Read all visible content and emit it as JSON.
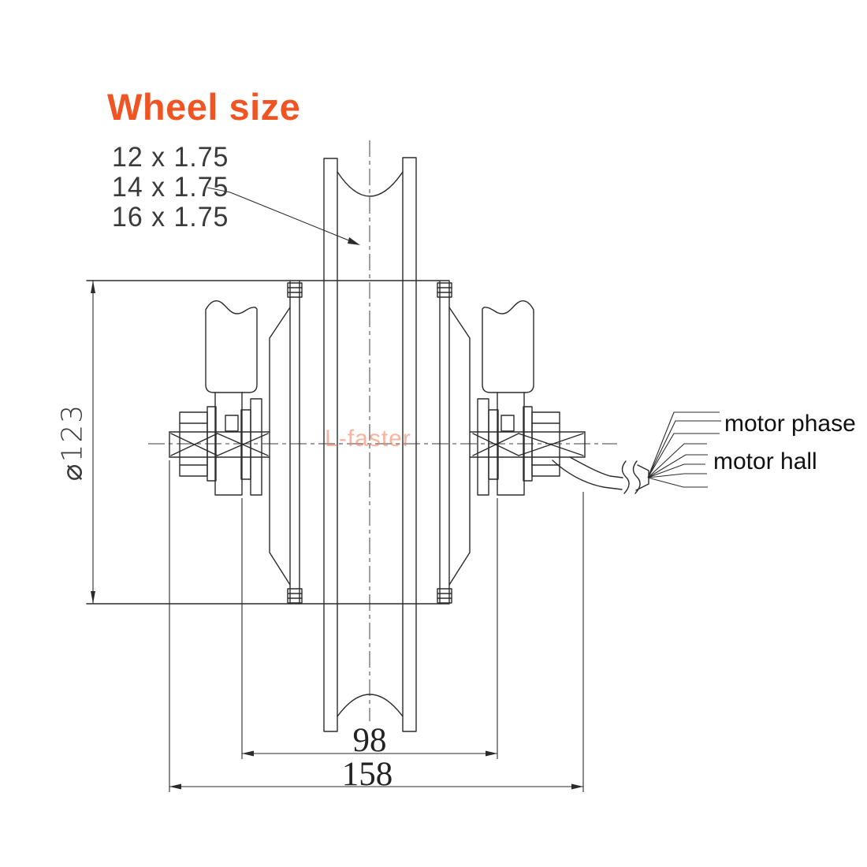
{
  "title": {
    "text": "Wheel size",
    "color": "#f05423"
  },
  "wheel_sizes": [
    "12 x 1.75",
    "14 x 1.75",
    "16 x 1.75"
  ],
  "dimensions": {
    "motor_diameter": "⌀123",
    "dropout_width": "98",
    "axle_length": "158"
  },
  "cable": {
    "phase_label": "motor phase",
    "hall_label": "motor hall",
    "phase_wire_count": 3,
    "hall_wire_count": 5
  },
  "watermark": {
    "text": "L-faster",
    "color": "#f2805e"
  },
  "drawing_colors": {
    "line": "#2b2b2b",
    "background": "#ffffff",
    "accent": "#f05423"
  }
}
